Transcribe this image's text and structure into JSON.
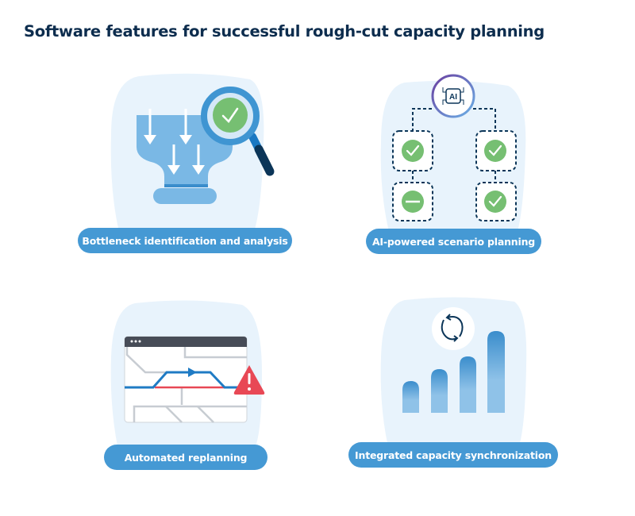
{
  "title": "Software features for successful rough-cut capacity planning",
  "features": [
    {
      "label": "Bottleneck identification and analysis",
      "icon": "bottleneck-magnifier-icon"
    },
    {
      "label": "AI-powered scenario planning",
      "icon": "ai-scenario-tree-icon",
      "badge": "AI"
    },
    {
      "label": "Automated replanning",
      "icon": "route-replanning-window-icon"
    },
    {
      "label": "Integrated capacity synchronization",
      "icon": "sync-bar-chart-icon"
    }
  ],
  "colors": {
    "title": "#0d2d4e",
    "pill": "#4599d4",
    "blob": "#e8f3fc",
    "green": "#76bf72",
    "navy": "#0b3558",
    "red": "#e84855"
  }
}
